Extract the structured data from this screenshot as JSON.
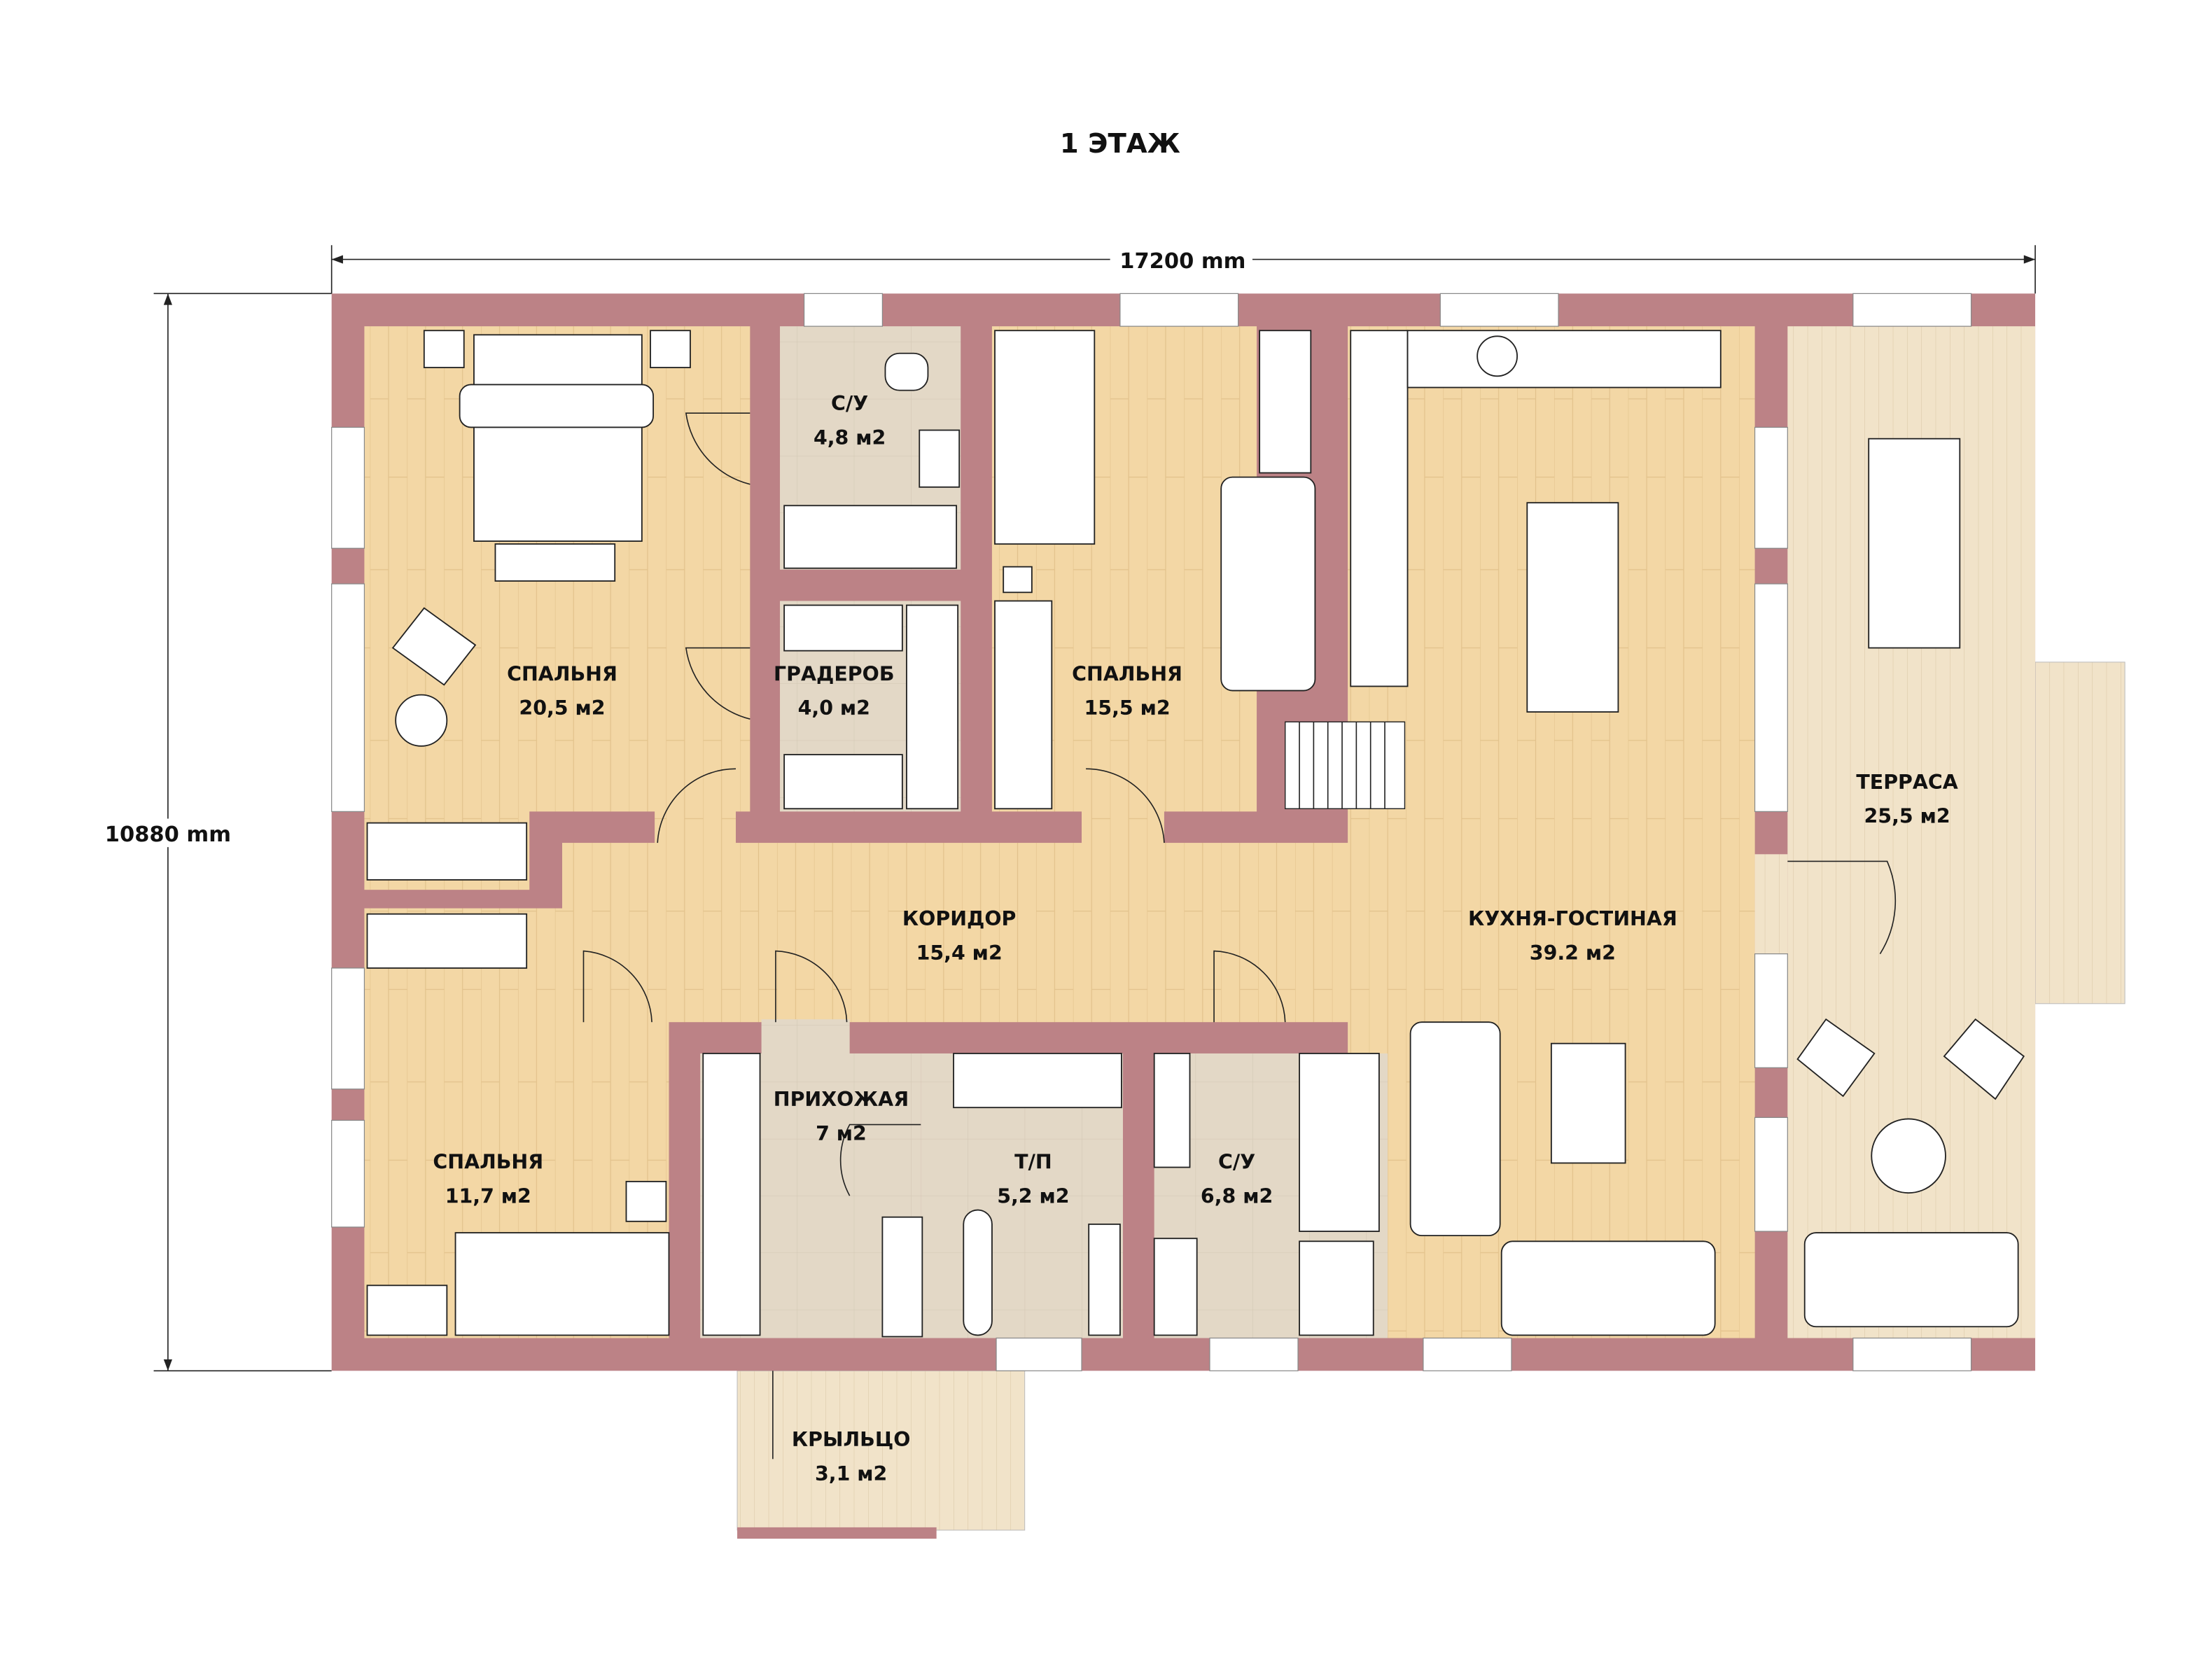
{
  "title": "1 ЭТАЖ",
  "dimensions": {
    "width": "17200 mm",
    "height": "10880 mm"
  },
  "rooms": [
    {
      "name": "СПАЛЬНЯ",
      "area": "20,5 м2"
    },
    {
      "name": "С/У",
      "area": "4,8 м2"
    },
    {
      "name": "ГРАДЕРОБ",
      "area": "4,0 м2"
    },
    {
      "name": "СПАЛЬНЯ",
      "area": "15,5 м2"
    },
    {
      "name": "КУХНЯ-ГОСТИНАЯ",
      "area": "39.2 м2"
    },
    {
      "name": "ТЕРРАСА",
      "area": "25,5 м2"
    },
    {
      "name": "КОРИДОР",
      "area": "15,4 м2"
    },
    {
      "name": "СПАЛЬНЯ",
      "area": "11,7 м2"
    },
    {
      "name": "ПРИХОЖАЯ",
      "area": "7 м2"
    },
    {
      "name": "Т/П",
      "area": "5,2 м2"
    },
    {
      "name": "С/У",
      "area": "6,8 м2"
    },
    {
      "name": "КРЫЛЬЦО",
      "area": "3,1 м2"
    }
  ],
  "colors": {
    "wall": "#BC8286",
    "wood": "#F3D7A5",
    "tile": "#E3D8C6",
    "deck": "#F1E3C9"
  }
}
